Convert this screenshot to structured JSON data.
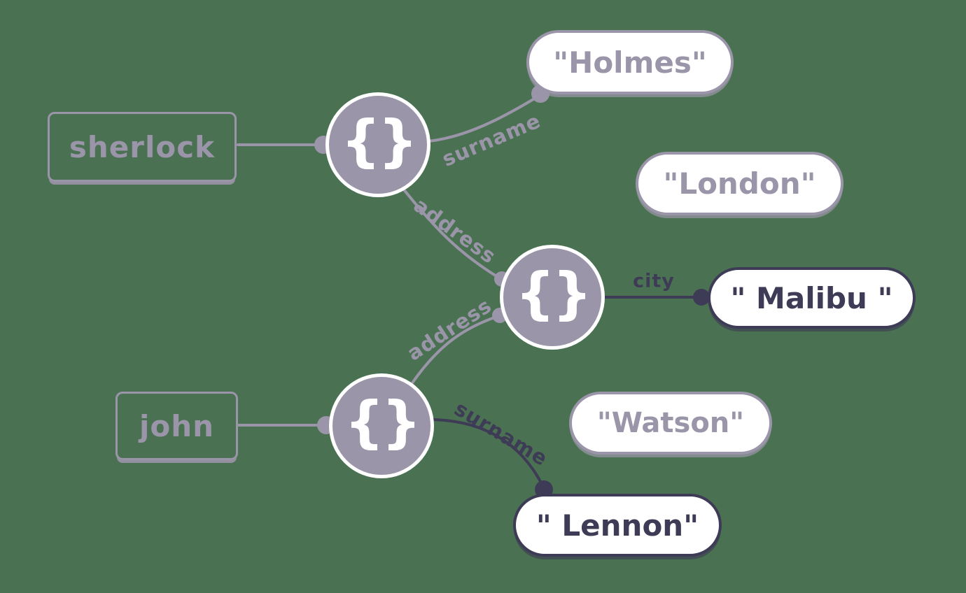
{
  "colors": {
    "background": "#4a7252",
    "light": "#9b95a9",
    "dark": "#3d3b55",
    "node_fill": "#9b95a9",
    "node_ring": "#ffffff",
    "pill_background": "#ffffff"
  },
  "graph": {
    "keys": [
      {
        "label": "sherlock"
      },
      {
        "label": "john"
      }
    ],
    "objects": [
      {
        "glyph": "{}"
      },
      {
        "glyph": "{}"
      },
      {
        "glyph": "{}"
      }
    ],
    "values": [
      {
        "label": "\"Holmes\"",
        "state": "inactive"
      },
      {
        "label": "\"London\"",
        "state": "inactive"
      },
      {
        "label": "\" Malibu \"",
        "state": "active"
      },
      {
        "label": "\"Watson\"",
        "state": "inactive"
      },
      {
        "label": "\" Lennon\"",
        "state": "active"
      }
    ],
    "edge_labels": [
      {
        "label": "surname",
        "state": "inactive"
      },
      {
        "label": "address",
        "state": "inactive"
      },
      {
        "label": "address",
        "state": "inactive"
      },
      {
        "label": "surname",
        "state": "active"
      },
      {
        "label": "city",
        "state": "active"
      }
    ]
  }
}
